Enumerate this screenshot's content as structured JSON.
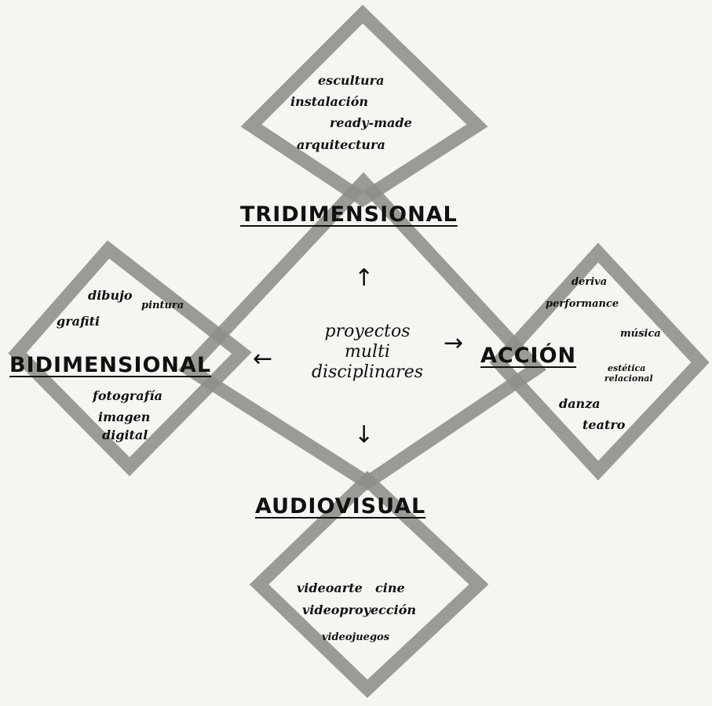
{
  "center": {
    "lines": [
      "proyectos",
      "multi",
      "disciplinares"
    ]
  },
  "categories": {
    "tridimensional": {
      "label": "TRIDIMENSIONAL",
      "items": [
        "escultura",
        "instalación",
        "ready-made",
        "arquitectura"
      ]
    },
    "bidimensional": {
      "label": "BIDIMENSIONAL",
      "items": [
        "dibujo",
        "pintura",
        "grafiti",
        "fotografía",
        "imagen",
        "digital"
      ]
    },
    "accion": {
      "label": "ACCIÓN",
      "items": [
        "deriva",
        "performance",
        "música",
        "estética",
        "relacional",
        "danza",
        "teatro"
      ]
    },
    "audiovisual": {
      "label": "AUDIOVISUAL",
      "items": [
        "videoarte",
        "cine",
        "videoproyección",
        "videojuegos"
      ]
    }
  },
  "arrows": {
    "up": "↑",
    "down": "↓",
    "left": "←",
    "right": "→"
  }
}
